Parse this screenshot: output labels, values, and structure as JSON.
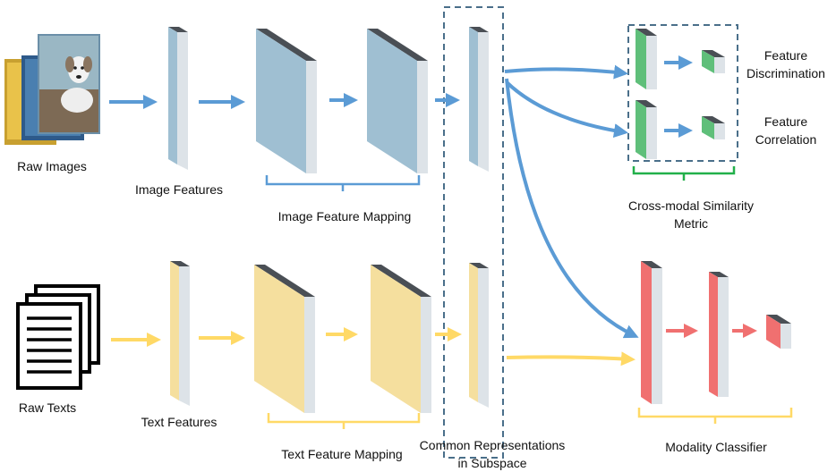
{
  "labels": {
    "raw_images": "Raw Images",
    "image_features": "Image Features",
    "image_feature_mapping": "Image Feature Mapping",
    "raw_texts": "Raw Texts",
    "text_features": "Text Features",
    "text_feature_mapping": "Text Feature Mapping",
    "common_representations_line1": "Common Representations",
    "common_representations_line2": "in Subspace",
    "feature_discrimination_line1": "Feature",
    "feature_discrimination_line2": "Discrimination",
    "feature_correlation_line1": "Feature",
    "feature_correlation_line2": "Correlation",
    "cross_modal_line1": "Cross-modal Similarity",
    "cross_modal_line2": "Metric",
    "modality_classifier": "Modality Classifier"
  },
  "colors": {
    "image_branch": "#5b9bd5",
    "image_block": "#9fbfd2",
    "text_branch": "#ffd966",
    "text_block": "#f5df9e",
    "similarity": "#5fbf7a",
    "similarity_brace": "#22b04a",
    "classifier": "#f07070",
    "dashed_box": "#4a6f8a",
    "block_side": "#dde3e8",
    "block_top": "#4a4f55"
  },
  "icons": {
    "raw_images": "photo-stack-icon",
    "raw_texts": "document-stack-icon"
  }
}
